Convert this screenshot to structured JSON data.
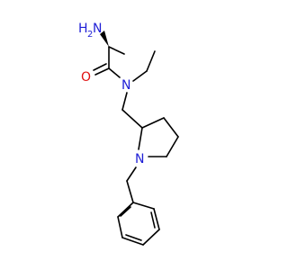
{
  "molecule": {
    "atoms": {
      "amine_n": {
        "symbol": "H",
        "subscript": "2",
        "suffix": "N",
        "color": "#1f1fd6"
      },
      "carbonyl_o": {
        "symbol": "O",
        "color": "#e01010"
      },
      "amide_n": {
        "symbol": "N",
        "color": "#1f1fd6"
      },
      "ring_n": {
        "symbol": "N",
        "color": "#1f1fd6"
      }
    },
    "colors": {
      "bond": "#000000",
      "nitrogen": "#1f1fd6",
      "oxygen": "#e01010"
    }
  }
}
